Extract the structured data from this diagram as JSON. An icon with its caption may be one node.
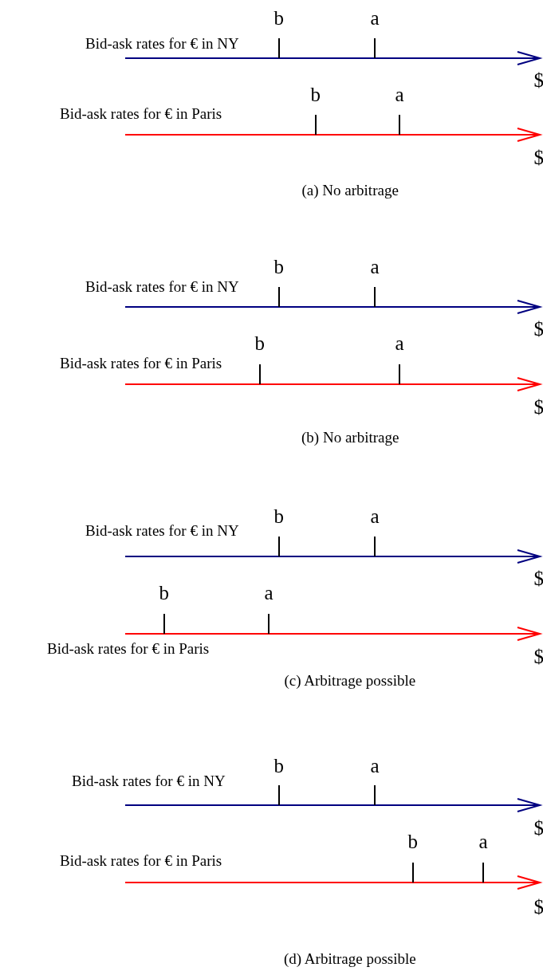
{
  "diagram": {
    "labels": [
      "b",
      "a",
      "Bid-ask rates for € in NY",
      "$",
      "b",
      "a",
      "Bid-ask rates for € in Paris",
      "$",
      "(a) No arbitrage",
      "b",
      "a",
      "Bid-ask rates for € in NY",
      "$",
      "b",
      "a",
      "Bid-ask rates for € in Paris",
      "$",
      "(b) No arbitrage",
      "b",
      "a",
      "Bid-ask rates for € in NY",
      "$",
      "b",
      "a",
      "Bid-ask rates for € in Paris",
      "$",
      "(c) Arbitrage possible",
      "b",
      "a",
      "Bid-ask rates for € in NY",
      "$",
      "b",
      "a",
      "Bid-ask rates for € in Paris",
      "$",
      "(d) Arbitrage possible"
    ]
  }
}
